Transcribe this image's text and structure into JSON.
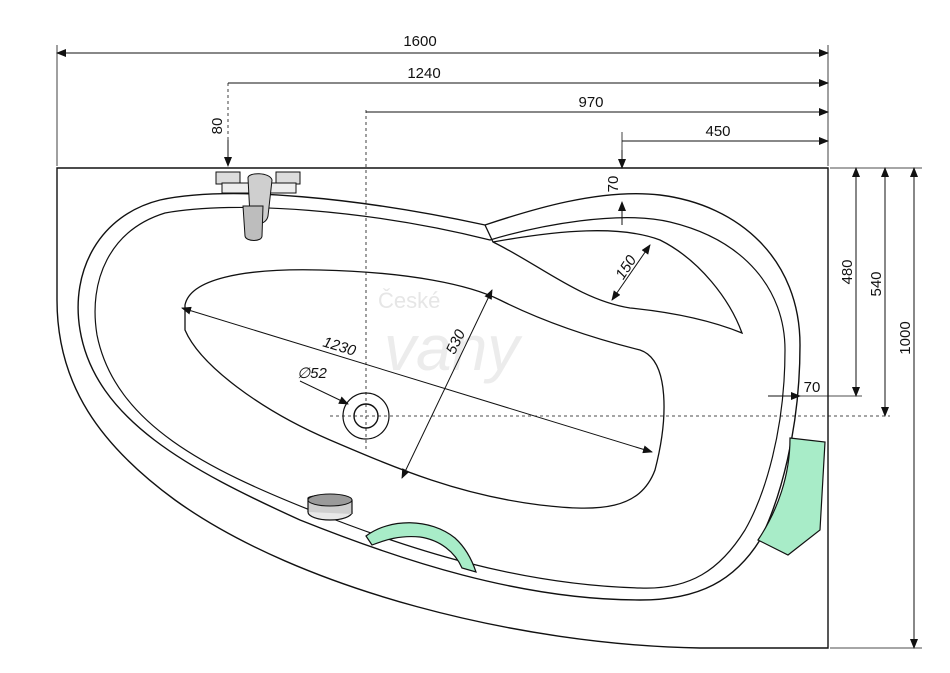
{
  "dimensions": {
    "width_total": "1600",
    "width_tap": "1240",
    "width_drain": "970",
    "width_headrest": "450",
    "tap_offset": "80",
    "headrest_offset_top": "70",
    "headrest_width": "150",
    "length_inner": "1230",
    "width_inner": "530",
    "drain_diameter": "∅52",
    "rim_offset_right": "70",
    "height_480": "480",
    "height_540": "540",
    "height_total": "1000"
  },
  "watermark": {
    "line1": "České",
    "line2": "vany"
  },
  "colors": {
    "line": "#111111",
    "accent_green": "#a8ecc8",
    "fill": "#ffffff"
  }
}
